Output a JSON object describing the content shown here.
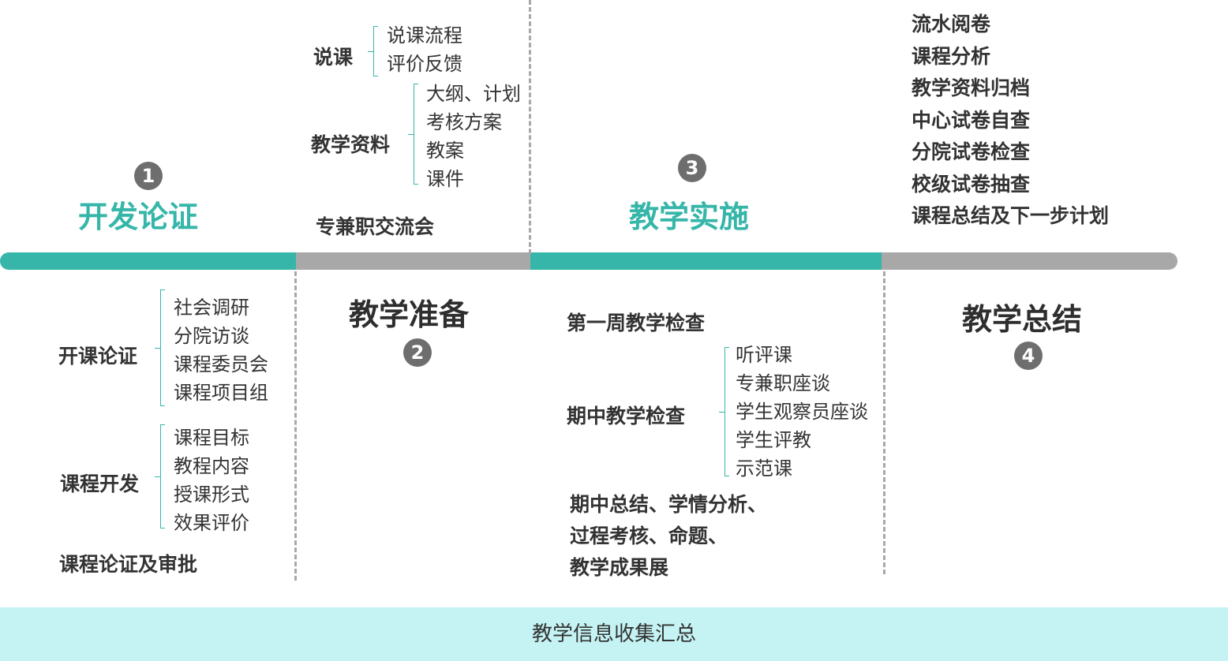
{
  "stages": [
    {
      "number": "1",
      "title": "开发论证"
    },
    {
      "number": "2",
      "title": "教学准备"
    },
    {
      "number": "3",
      "title": "教学实施"
    },
    {
      "number": "4",
      "title": "教学总结"
    }
  ],
  "colors": {
    "accent": "#35b6a9",
    "timeline_gray": "#a8a8a8",
    "footer_bg": "#c5f3f4"
  },
  "develop": {
    "groups": [
      {
        "heading": "开课论证",
        "items": [
          "社会调研",
          "分院访谈",
          "课程委员会",
          "课程项目组"
        ]
      },
      {
        "heading": "课程开发",
        "items": [
          "课程目标",
          "教程内容",
          "授课形式",
          "效果评价"
        ]
      }
    ],
    "final": "课程论证及审批"
  },
  "prepare": {
    "groups": [
      {
        "heading": "说课",
        "items": [
          "说课流程",
          "评价反馈"
        ]
      },
      {
        "heading": "教学资料",
        "items": [
          "大纲、计划",
          "考核方案",
          "教案",
          "课件"
        ]
      }
    ],
    "final": "专兼职交流会"
  },
  "implement": {
    "first": "第一周教学检查",
    "midterm": {
      "heading": "期中教学检查",
      "items": [
        "听评课",
        "专兼职座谈",
        "学生观察员座谈",
        "学生评教",
        "示范课"
      ]
    },
    "closing": [
      "期中总结、学情分析、",
      "过程考核、命题、",
      "教学成果展"
    ]
  },
  "summary": {
    "items": [
      "流水阅卷",
      "课程分析",
      "教学资料归档",
      "中心试卷自查",
      "分院试卷检查",
      "校级试卷抽查",
      "课程总结及下一步计划"
    ]
  },
  "footer": "教学信息收集汇总"
}
